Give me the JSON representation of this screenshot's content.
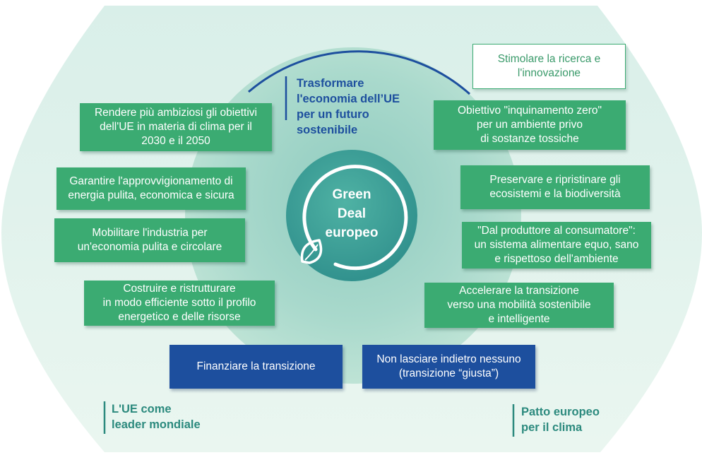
{
  "diagram": {
    "center_title": "Green\nDeal\neuropeo",
    "ring_label": "Trasformare\nl'economia dell’UE\nper un futuro\nsostenibile",
    "left_items": [
      "Rendere più ambiziosi gli obiettivi\ndell'UE in materia di clima per il\n2030 e il 2050",
      "Garantire l'approvvigionamento di\nenergia pulita, economica e sicura",
      "Mobilitare l'industria per\nun'economia pulita e circolare",
      "Costruire e ristrutturare\nin modo efficiente sotto il profilo\nenergetico e delle risorse"
    ],
    "right_top_item": "Stimolare la ricerca e\nl'innovazione",
    "right_items": [
      "Obiettivo \"inquinamento zero\"\nper un ambiente privo\ndi sostanze tossiche",
      "Preservare e ripristinare gli\necosistemi e la biodiversità",
      "\"Dal produttore al consumatore\":\nun sistema alimentare equo, sano\ne rispettoso dell'ambiente",
      "Accelerare la transizione\nverso una mobilità sostenibile\ne intelligente"
    ],
    "bottom_items": [
      "Finanziare la transizione",
      "Non lasciare indietro nessuno\n(transizione “giusta”)"
    ],
    "corner_left": "L'UE come\nleader mondiale",
    "corner_right": "Patto europeo\nper il clima",
    "colors": {
      "green": "#3bab72",
      "blue": "#1d4f9e",
      "teal_center": "#3f9e9a",
      "light_background": "#e4f4ec"
    }
  }
}
